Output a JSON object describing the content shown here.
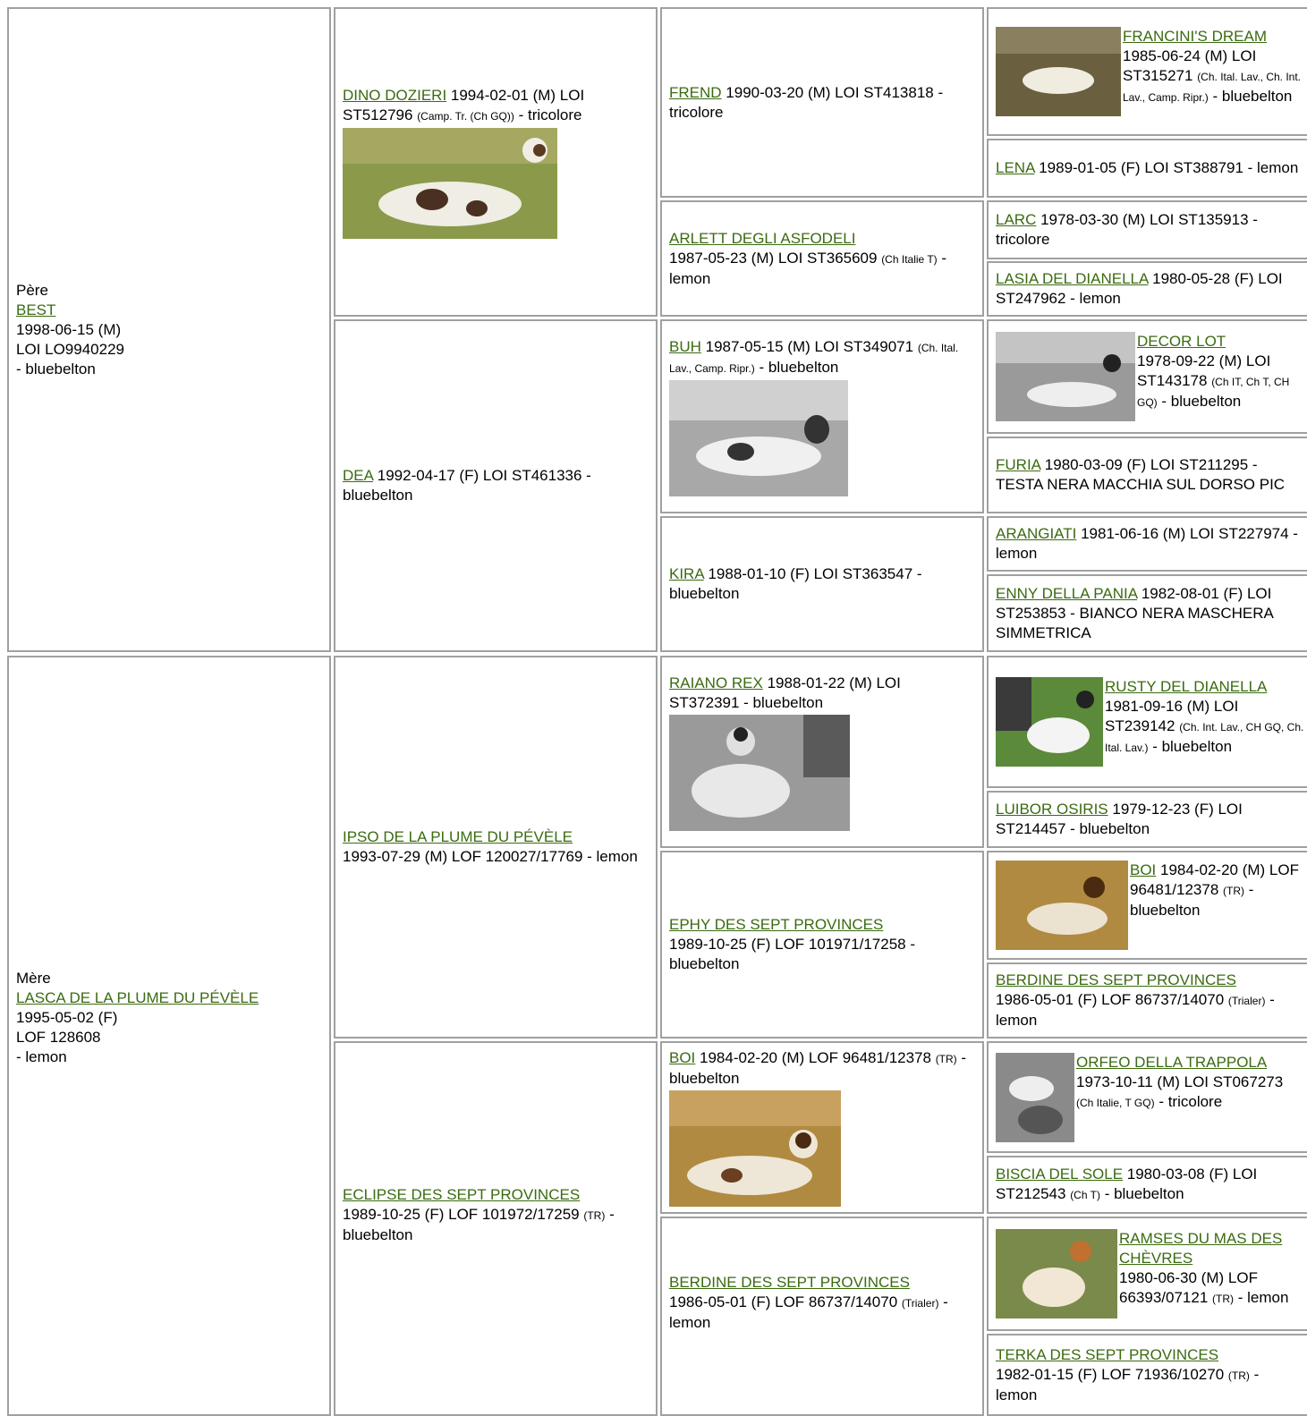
{
  "col1": {
    "sire": {
      "role": "Père",
      "name": "BEST",
      "date": "1998-06-15 (M)",
      "reg": "LOI LO9940229",
      "color": "- bluebelton"
    },
    "dam": {
      "role": "Mère",
      "name": "LASCA DE LA PLUME DU PÉVÈLE",
      "date": "1995-05-02 (F)",
      "reg": "LOF 128608",
      "color": "- lemon"
    }
  },
  "col2": [
    {
      "name": "DINO DOZIERI",
      "text": " 1994-02-01 (M) LOI ST512796 ",
      "title": "(Camp. Tr. (Ch GQ))",
      "rest": " - tricolore",
      "photo": "dog-photo"
    },
    {
      "name": "DEA",
      "text": " 1992-04-17 (F) LOI ST461336 - bluebelton",
      "title": "",
      "rest": ""
    },
    {
      "name": "IPSO DE LA PLUME DU PÉVÈLE",
      "text": "1993-07-29 (M) LOF 120027/17769 - lemon",
      "title": "",
      "rest": ""
    },
    {
      "name": "ECLIPSE DES SEPT PROVINCES",
      "text": "1989-10-25 (F) LOF 101972/17259 ",
      "title": "(TR)",
      "rest": " - bluebelton"
    }
  ],
  "col3": [
    {
      "name": "FREND",
      "text": " 1990-03-20 (M) LOI ST413818 - tricolore",
      "title": "",
      "rest": ""
    },
    {
      "name": "ARLETT DEGLI ASFODELI",
      "text": "1987-05-23 (M) LOI ST365609 ",
      "title": "(Ch Italie T)",
      "rest": " - lemon"
    },
    {
      "name": "BUH",
      "text": " 1987-05-15 (M) LOI ST349071 ",
      "title": "(Ch. Ital. Lav., Camp. Ripr.)",
      "rest": " - bluebelton"
    },
    {
      "name": "KIRA",
      "text": " 1988-01-10 (F) LOI ST363547 - bluebelton",
      "title": "",
      "rest": ""
    },
    {
      "name": "RAIANO REX",
      "text": " 1988-01-22 (M) LOI ST372391 - bluebelton",
      "title": "",
      "rest": ""
    },
    {
      "name": "EPHY DES SEPT PROVINCES",
      "text": "1989-10-25 (F) LOF 101971/17258 - bluebelton",
      "title": "",
      "rest": ""
    },
    {
      "name": "BOI",
      "text": " 1984-02-20 (M) LOF 96481/12378 ",
      "title": "(TR)",
      "rest": " - bluebelton"
    },
    {
      "name": "BERDINE DES SEPT PROVINCES",
      "text": "1986-05-01 (F) LOF 86737/14070 ",
      "title": "(Trialer)",
      "rest": " - lemon"
    }
  ],
  "col4": [
    {
      "name": "FRANCINI'S DREAM",
      "text": "1985-06-24 (M) LOI ST315271 ",
      "title": "(Ch. Ital. Lav., Ch. Int. Lav., Camp. Ripr.)",
      "rest": " - bluebelton"
    },
    {
      "name": "LENA",
      "text": " 1989-01-05 (F) LOI ST388791 - lemon",
      "title": "",
      "rest": ""
    },
    {
      "name": "LARC",
      "text": " 1978-03-30 (M) LOI ST135913 - tricolore",
      "title": "",
      "rest": ""
    },
    {
      "name": "LASIA DEL DIANELLA",
      "text": " 1980-05-28 (F) LOI ST247962 - lemon",
      "title": "",
      "rest": ""
    },
    {
      "name": "DECOR LOT",
      "text": "1978-09-22 (M) LOI ST143178 ",
      "title": "(Ch IT, Ch T, CH GQ)",
      "rest": " - bluebelton"
    },
    {
      "name": "FURIA",
      "text": " 1980-03-09 (F) LOI ST211295 - TESTA NERA MACCHIA SUL DORSO PIC",
      "title": "",
      "rest": ""
    },
    {
      "name": "ARANGIATI",
      "text": " 1981-06-16 (M) LOI ST227974 - lemon",
      "title": "",
      "rest": ""
    },
    {
      "name": "ENNY DELLA PANIA",
      "text": " 1982-08-01 (F) LOI ST253853 - BIANCO NERA MASCHERA SIMMETRICA",
      "title": "",
      "rest": ""
    },
    {
      "name": "RUSTY DEL DIANELLA",
      "text": "1981-09-16 (M) LOI ST239142 ",
      "title": "(Ch. Int. Lav., CH GQ, Ch. Ital. Lav.)",
      "rest": " - bluebelton"
    },
    {
      "name": "LUIBOR OSIRIS",
      "text": " 1979-12-23 (F) LOI ST214457 - bluebelton",
      "title": "",
      "rest": ""
    },
    {
      "name": "BOI",
      "text": " 1984-02-20 (M) LOF 96481/12378 ",
      "title": "(TR)",
      "rest": " - bluebelton"
    },
    {
      "name": "BERDINE DES SEPT PROVINCES",
      "text": "1986-05-01 (F) LOF 86737/14070 ",
      "title": "(Trialer)",
      "rest": " - lemon"
    },
    {
      "name": "ORFEO DELLA TRAPPOLA",
      "text": "1973-10-11 (M) LOI ST067273 ",
      "title": "(Ch Italie, T GQ)",
      "rest": " - tricolore"
    },
    {
      "name": "BISCIA DEL SOLE",
      "text": " 1980-03-08 (F) LOI ST212543 ",
      "title": "(Ch T)",
      "rest": " - bluebelton"
    },
    {
      "name": "RAMSES DU MAS DES CHÈVRES",
      "text": "1980-06-30 (M) LOF 66393/07121 ",
      "title": "(TR)",
      "rest": " - lemon"
    },
    {
      "name": "TERKA DES SEPT PROVINCES",
      "text": "1982-01-15 (F) LOF 71936/10270 ",
      "title": "(TR)",
      "rest": " - lemon"
    }
  ],
  "colors": {
    "link": "#3a6b10",
    "border": "#a0a0a0"
  }
}
